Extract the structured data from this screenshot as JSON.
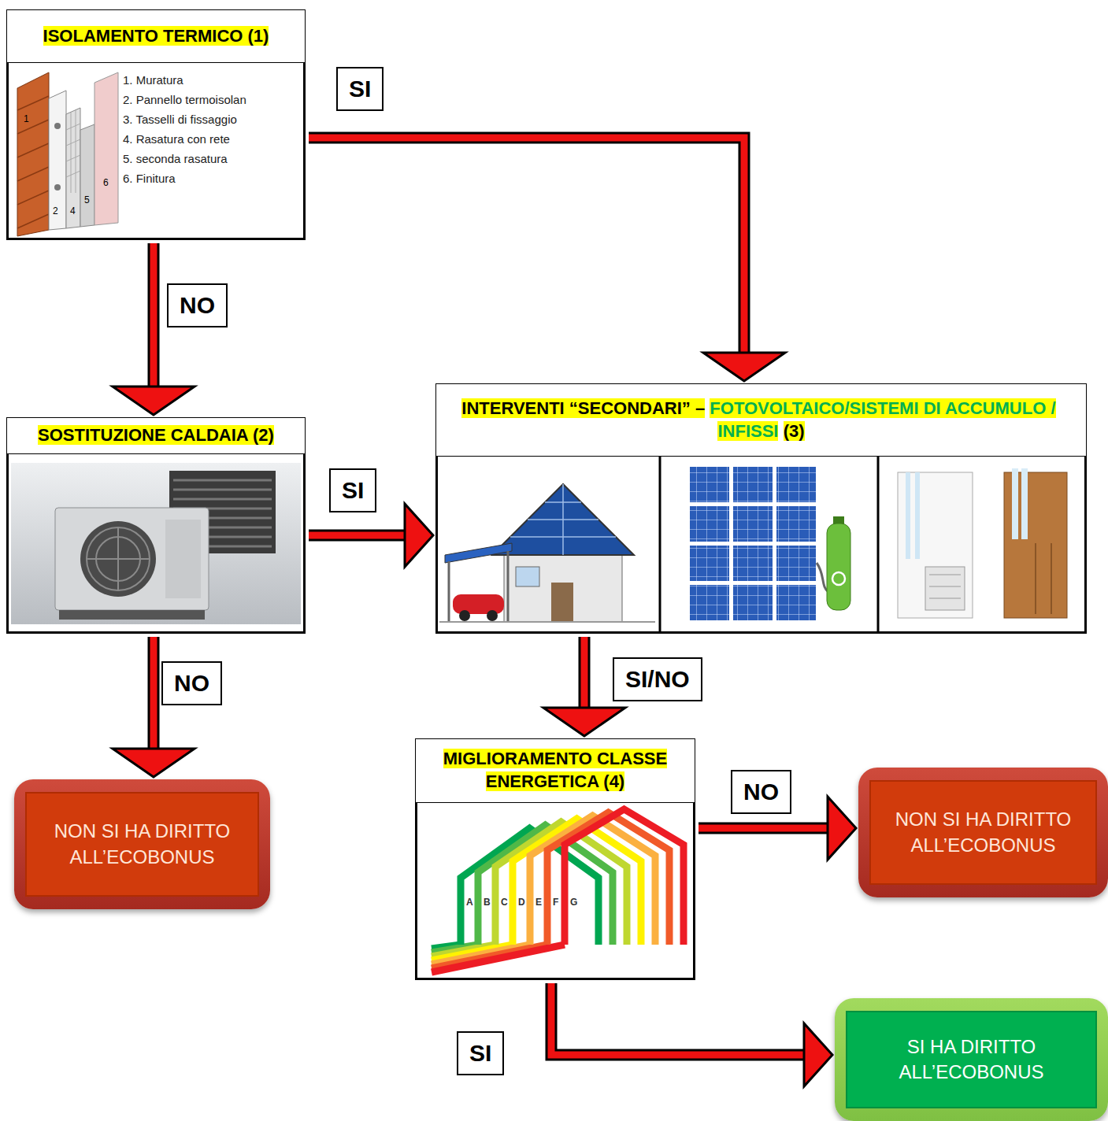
{
  "diagram": {
    "nodes": [
      {
        "text": [
          "ISOLAMENTO TERMICO (1)"
        ]
      },
      {
        "text": [
          "SOSTITUZIONE CALDAIA (2)"
        ]
      },
      {
        "text": [
          "INTERVENTI “SECONDARI” –",
          "FOTOVOLTAICO/SISTEMI DI ACCUMULO / INFISSI",
          "(3)"
        ]
      },
      {
        "text": [
          "MIGLIORAMENTO CLASSE ENERGETICA (4)"
        ]
      },
      {
        "text": [
          "NON SI HA DIRITTO ALL’ECOBONUS"
        ]
      },
      {
        "text": [
          "NON SI HA DIRITTO ALL’ECOBONUS"
        ]
      },
      {
        "text": [
          "SI HA DIRITTO ALL’ECOBONUS"
        ]
      }
    ],
    "edges": [
      {
        "from": 0,
        "to": 2,
        "label": "SI",
        "arrow": "to"
      },
      {
        "from": 0,
        "to": 1,
        "label": "NO",
        "arrow": "to"
      },
      {
        "from": 1,
        "to": 2,
        "label": "SI",
        "arrow": "to"
      },
      {
        "from": 1,
        "to": 4,
        "label": "NO",
        "arrow": "to"
      },
      {
        "from": 2,
        "to": 3,
        "label": "SI/NO",
        "arrow": "to"
      },
      {
        "from": 3,
        "to": 5,
        "label": "NO",
        "arrow": "to"
      },
      {
        "from": 3,
        "to": 6,
        "label": "SI",
        "arrow": "to"
      }
    ],
    "labels": [
      "1. Muratura",
      "2. Pannello termoisolan",
      "3. Tasselli di fissaggio",
      "4. Rasatura con rete",
      "5. seconda rasatura",
      "6. Finitura",
      "1",
      "2",
      "4",
      "5",
      "6",
      "A",
      "B",
      "C",
      "D",
      "E",
      "F",
      "G"
    ]
  }
}
